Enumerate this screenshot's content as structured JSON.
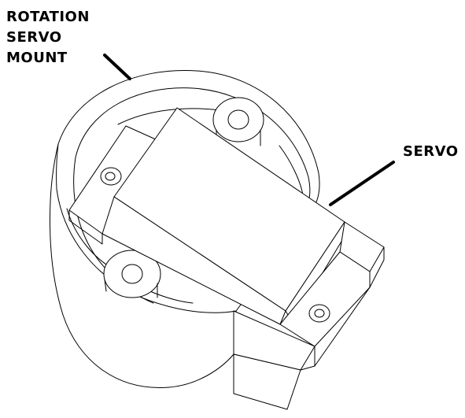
{
  "labels": {
    "rotation_mount": [
      "ROTATION",
      "SERVO",
      "MOUNT"
    ],
    "servo": "SERVO"
  },
  "colors": {
    "background": "#ffffff",
    "line": "#000000"
  }
}
